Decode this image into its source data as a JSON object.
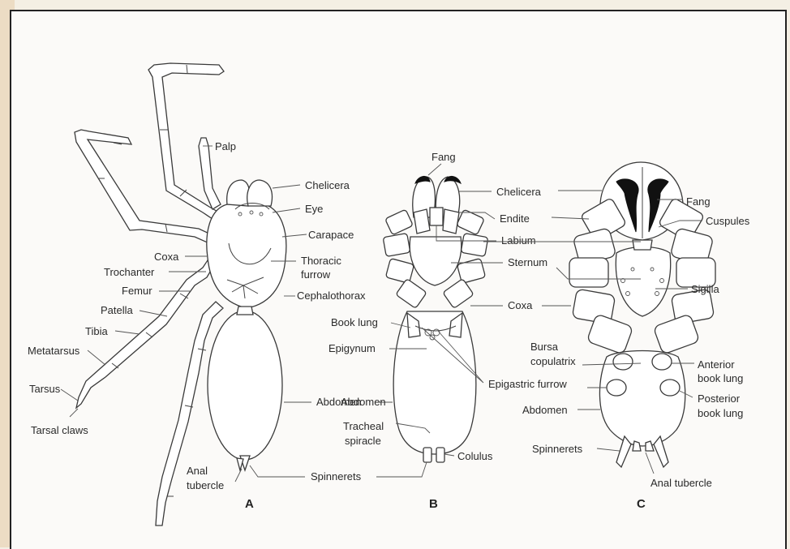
{
  "figure": {
    "panel_A": {
      "letter": "A",
      "labels": {
        "palp": "Palp",
        "chelicera": "Chelicera",
        "eye": "Eye",
        "carapace": "Carapace",
        "coxa": "Coxa",
        "trochanter": "Trochanter",
        "thoracic_furrow_1": "Thoracic",
        "thoracic_furrow_2": "furrow",
        "femur": "Femur",
        "cephalothorax": "Cephalothorax",
        "patella": "Patella",
        "tibia": "Tibia",
        "metatarsus": "Metatarsus",
        "tarsus": "Tarsus",
        "tarsal_claws": "Tarsal claws",
        "abdomen": "Abdomen",
        "anal_tubercle_1": "Anal",
        "anal_tubercle_2": "tubercle",
        "spinnerets": "Spinnerets"
      }
    },
    "panel_B": {
      "letter": "B",
      "labels": {
        "fang": "Fang",
        "chelicera": "Chelicera",
        "endite": "Endite",
        "labium": "Labium",
        "sternum": "Sternum",
        "coxa": "Coxa",
        "book_lung": "Book lung",
        "epigynum": "Epigynum",
        "epigastric_furrow": "Epigastric furrow",
        "abdomen": "Abdomen",
        "tracheal_spiracle_1": "Tracheal",
        "tracheal_spiracle_2": "spiracle",
        "colulus": "Colulus"
      }
    },
    "panel_C": {
      "letter": "C",
      "labels": {
        "fang": "Fang",
        "cuspules": "Cuspules",
        "sigilla": "Sigilla",
        "bursa_copulatrix_1": "Bursa",
        "bursa_copulatrix_2": "copulatrix",
        "anterior_book_lung_1": "Anterior",
        "anterior_book_lung_2": "book lung",
        "posterior_book_lung_1": "Posterior",
        "posterior_book_lung_2": "book lung",
        "abdomen": "Abdomen",
        "spinnerets": "Spinnerets",
        "anal_tubercle": "Anal tubercle"
      }
    }
  }
}
